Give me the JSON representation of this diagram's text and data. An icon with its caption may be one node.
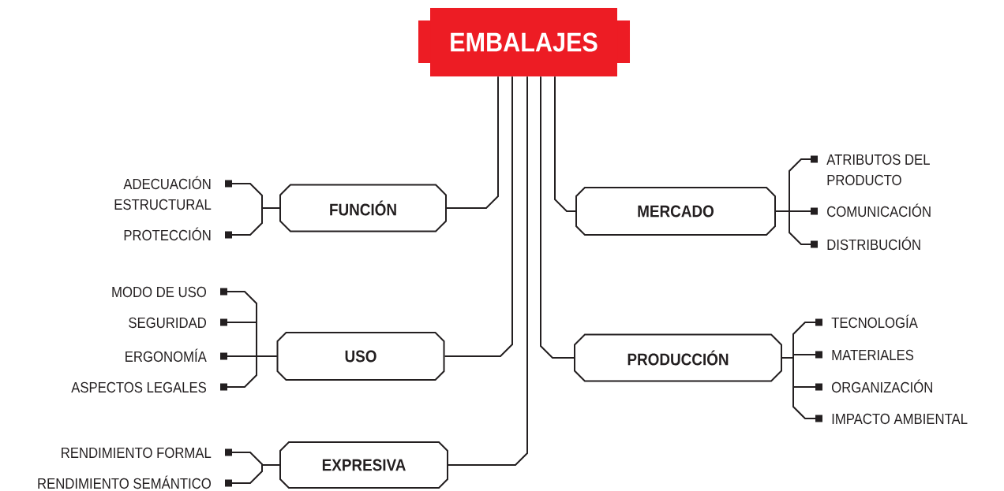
{
  "diagram": {
    "nodes": [
      {
        "text": [
          "EMBALAJES"
        ]
      },
      {
        "text": [
          "FUNCIÓN"
        ]
      },
      {
        "text": [
          "ADECUACIÓN ESTRUCTURAL"
        ]
      },
      {
        "text": [
          "PROTECCIÓN"
        ]
      },
      {
        "text": [
          "USO"
        ]
      },
      {
        "text": [
          "MODO DE USO"
        ]
      },
      {
        "text": [
          "SEGURIDAD"
        ]
      },
      {
        "text": [
          "ERGONOMÍA"
        ]
      },
      {
        "text": [
          "ASPECTOS LEGALES"
        ]
      },
      {
        "text": [
          "EXPRESIVA"
        ]
      },
      {
        "text": [
          "RENDIMIENTO FORMAL"
        ]
      },
      {
        "text": [
          "RENDIMIENTO SEMÁNTICO"
        ]
      },
      {
        "text": [
          "MERCADO"
        ]
      },
      {
        "text": [
          "ATRIBUTOS DEL PRODUCTO"
        ]
      },
      {
        "text": [
          "COMUNICACIÓN"
        ]
      },
      {
        "text": [
          "DISTRIBUCIÓN"
        ]
      },
      {
        "text": [
          "PRODUCCIÓN"
        ]
      },
      {
        "text": [
          "TECNOLOGÍA"
        ]
      },
      {
        "text": [
          "MATERIALES"
        ]
      },
      {
        "text": [
          "ORGANIZACIÓN"
        ]
      },
      {
        "text": [
          "IMPACTO AMBIENTAL"
        ]
      }
    ],
    "edges": [
      {
        "from": 0,
        "to": 1,
        "arrow": "none"
      },
      {
        "from": 0,
        "to": 4,
        "arrow": "none"
      },
      {
        "from": 0,
        "to": 9,
        "arrow": "none"
      },
      {
        "from": 0,
        "to": 12,
        "arrow": "none"
      },
      {
        "from": 0,
        "to": 16,
        "arrow": "none"
      },
      {
        "from": 1,
        "to": 2,
        "arrow": "other"
      },
      {
        "from": 1,
        "to": 3,
        "arrow": "other"
      },
      {
        "from": 4,
        "to": 5,
        "arrow": "other"
      },
      {
        "from": 4,
        "to": 6,
        "arrow": "other"
      },
      {
        "from": 4,
        "to": 7,
        "arrow": "other"
      },
      {
        "from": 4,
        "to": 8,
        "arrow": "other"
      },
      {
        "from": 9,
        "to": 10,
        "arrow": "other"
      },
      {
        "from": 9,
        "to": 11,
        "arrow": "other"
      },
      {
        "from": 12,
        "to": 13,
        "arrow": "other"
      },
      {
        "from": 12,
        "to": 14,
        "arrow": "other"
      },
      {
        "from": 12,
        "to": 15,
        "arrow": "other"
      },
      {
        "from": 16,
        "to": 17,
        "arrow": "other"
      },
      {
        "from": 16,
        "to": 18,
        "arrow": "other"
      },
      {
        "from": 16,
        "to": 19,
        "arrow": "other"
      },
      {
        "from": 16,
        "to": 20,
        "arrow": "other"
      }
    ]
  }
}
